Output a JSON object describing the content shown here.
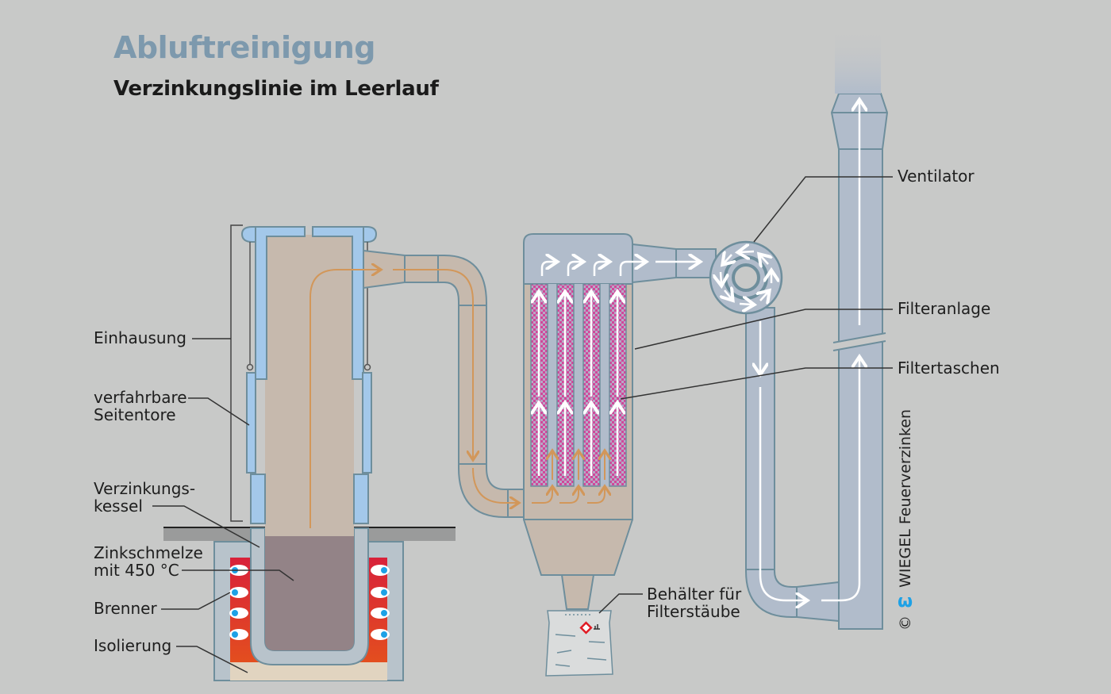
{
  "header": {
    "title": "Abluftreinigung",
    "subtitle": "Verzinkungslinie im Leerlauf"
  },
  "labels_left": [
    {
      "id": "einhausung",
      "text": "Einhausung"
    },
    {
      "id": "seitentore",
      "text": "verfahrbare\nSeitentore"
    },
    {
      "id": "kessel",
      "text": "Verzinkungs-\nkessel"
    },
    {
      "id": "zinkschmelze",
      "text": "Zinkschmelze\nmit 450 °C"
    },
    {
      "id": "brenner",
      "text": "Brenner"
    },
    {
      "id": "isolierung",
      "text": "Isolierung"
    }
  ],
  "labels_right": [
    {
      "id": "ventilator",
      "text": "Ventilator"
    },
    {
      "id": "filteranlage",
      "text": "Filteranlage"
    },
    {
      "id": "filtertaschen",
      "text": "Filtertaschen"
    },
    {
      "id": "behaelter",
      "text": "Behälter für\nFilterstäube"
    }
  ],
  "copyright": {
    "symbol": "©",
    "logo": "ω",
    "text": "WIEGEL Feuerverzinken"
  },
  "colors": {
    "background": "#c8c9c8",
    "title": "#7d99ad",
    "enclosure_blue": "#a3c8ea",
    "duct_outline": "#6e8e9c",
    "gas_brown": "#c6b9ad",
    "melt": "#938387",
    "flow_orange": "#d2975a",
    "filter_pink": "#d0489a",
    "clean_duct": "#b1bccb",
    "burner_red": "#d8213a",
    "burner_orange": "#e5561a",
    "logo_blue": "#1da1e6"
  }
}
